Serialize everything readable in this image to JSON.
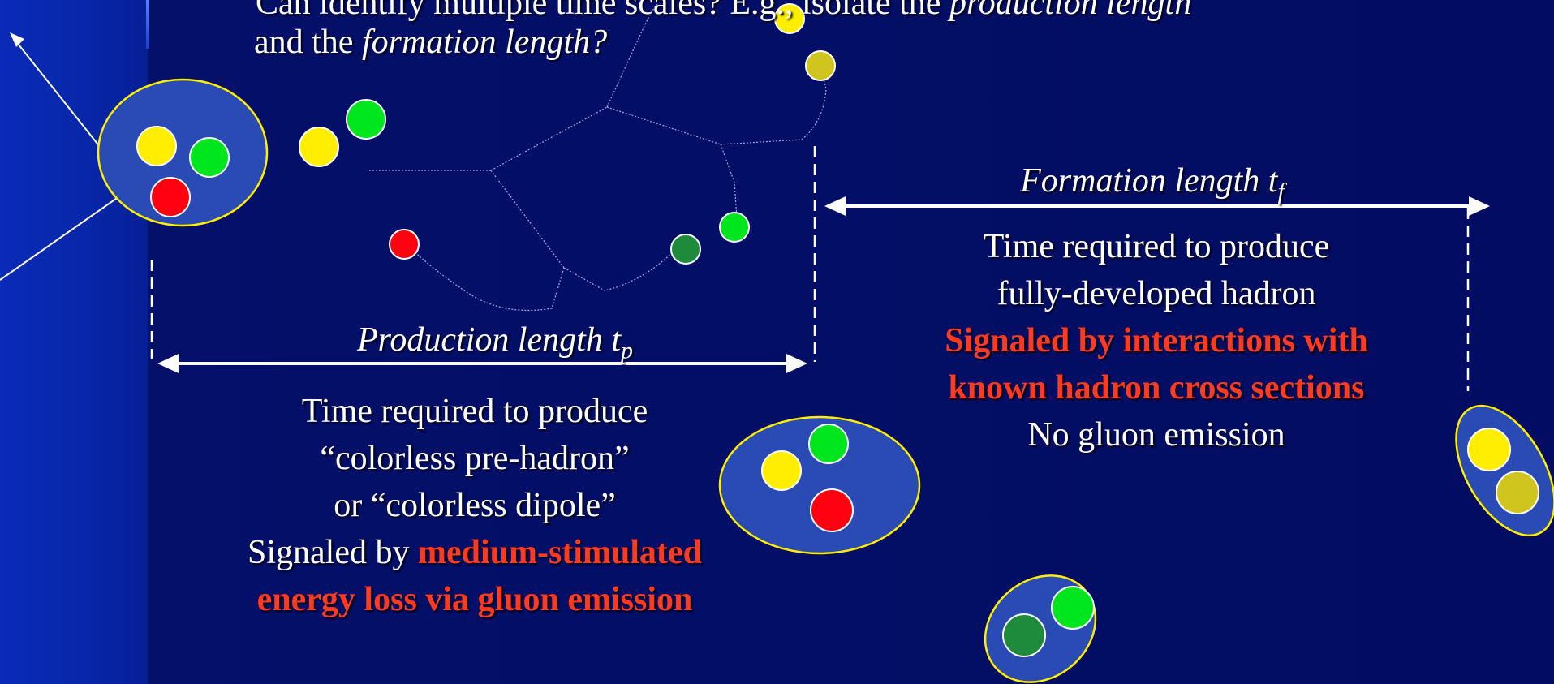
{
  "heading": {
    "line1": "Can identify multiple time scales? E.g., isolate the ",
    "line1_em": "production length",
    "line2_prefix": "and the ",
    "line2_em": "formation length?"
  },
  "production": {
    "label": "Production length t",
    "label_sub": "p",
    "desc_line1": "Time required to produce",
    "desc_line2": "“colorless pre-hadron”",
    "desc_line3": "or “colorless dipole”",
    "desc_line4_prefix": "Signaled by ",
    "desc_line4_highlight": "medium-stimulated",
    "desc_line5_highlight": "energy loss via gluon emission"
  },
  "formation": {
    "label": "Formation length t",
    "label_sub": "f",
    "desc_line1": "Time required to produce",
    "desc_line2": "fully-developed hadron",
    "desc_line3_highlight": "Signaled by interactions with",
    "desc_line4_highlight": "known hadron cross sections",
    "desc_line5": "No gluon emission"
  },
  "colors": {
    "background": "#020c62",
    "quark_yellow": "#ffee00",
    "quark_green": "#00e61e",
    "quark_red": "#ff0010",
    "quark_dark_green": "#1e8a3c",
    "quark_olive": "#cfc51e",
    "hadron_fill": "#2a4bb4",
    "hadron_outline": "#ffee00",
    "highlight_red": "#ff3a1f"
  }
}
